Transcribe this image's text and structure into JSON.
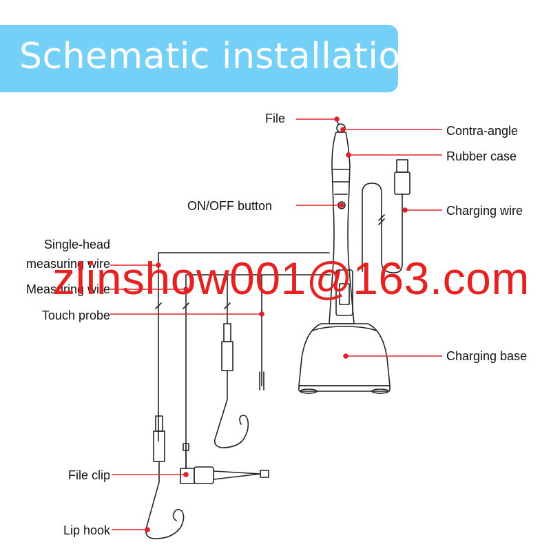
{
  "header": {
    "title": "Schematic installation"
  },
  "labels": {
    "file": "File",
    "contra_angle": "Contra-angle",
    "rubber_case": "Rubber case",
    "on_off_button": "ON/OFF button",
    "charging_wire": "Charging wire",
    "single_head_line1": "Single-head",
    "single_head_line2": "measuring wire",
    "measuring_wire": "Measuring wire",
    "touch_probe": "Touch probe",
    "charging_base": "Charging base",
    "file_clip": "File clip",
    "lip_hook": "Lip hook"
  },
  "watermark": "zlinshow001@163.com",
  "colors": {
    "banner": "#74d0f7",
    "leader": "#e0202a",
    "watermark": "#e52222",
    "line": "#222222"
  }
}
